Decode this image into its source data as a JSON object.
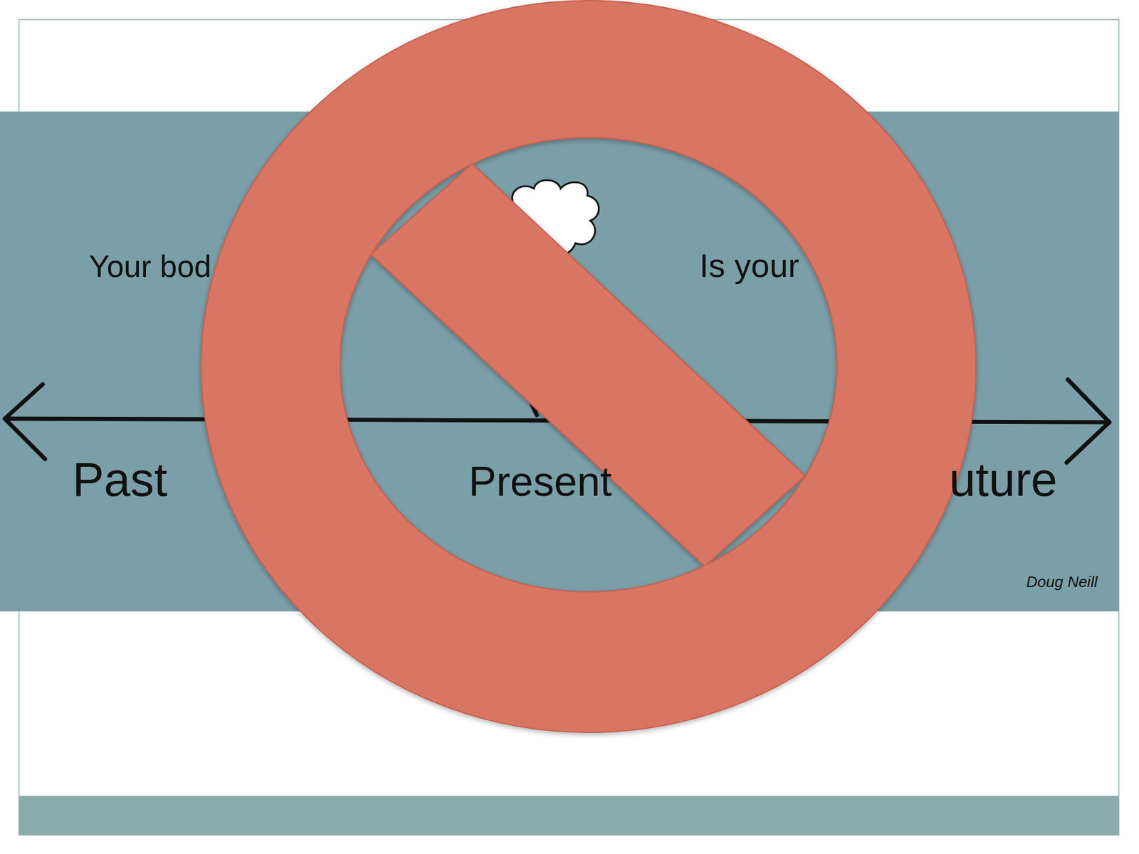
{
  "diagram": {
    "nodes": [
      {
        "text": [
          "Your bod",
          "Is your",
          "Past",
          "Present",
          "uture",
          "Doug Neill"
        ]
      }
    ]
  }
}
